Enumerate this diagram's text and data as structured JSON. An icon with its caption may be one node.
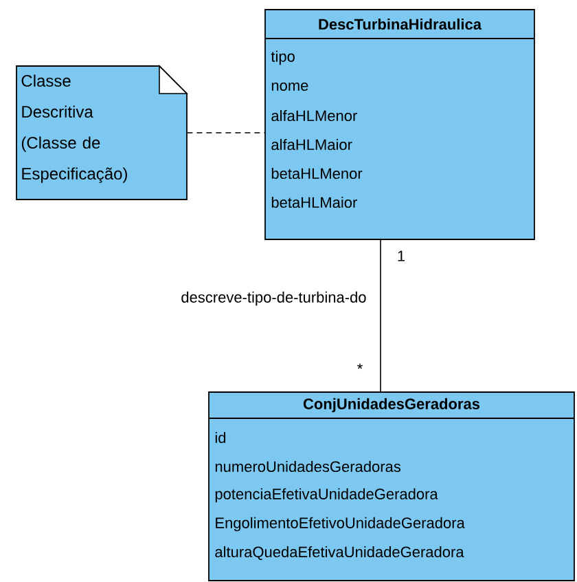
{
  "diagram": {
    "nodes": [
      {
        "text": [
          "DescTurbinaHidraulica",
          "tipo",
          "nome",
          "alfaHLMenor",
          "alfaHLMaior",
          "betaHLMenor",
          "betaHLMaior"
        ]
      },
      {
        "text": [
          "Classe Descritiva (Classe de Especificação)"
        ]
      },
      {
        "text": [
          "ConjUnidadesGeradoras",
          "id",
          "numeroUnidadesGeradoras",
          "potenciaEfetivaUnidadeGeradora",
          "EngolimentoEfetivoUnidadeGeradora",
          "alturaQuedaEfetivaUnidadeGeradora"
        ]
      }
    ],
    "edges": [
      {
        "from": 1,
        "to": 0,
        "arrow": "none",
        "style": "dashed"
      },
      {
        "from": 0,
        "to": 2,
        "arrow": "none",
        "label": "descreve-tipo-de-turbina-do"
      }
    ],
    "labels": [
      "1",
      "*"
    ]
  }
}
